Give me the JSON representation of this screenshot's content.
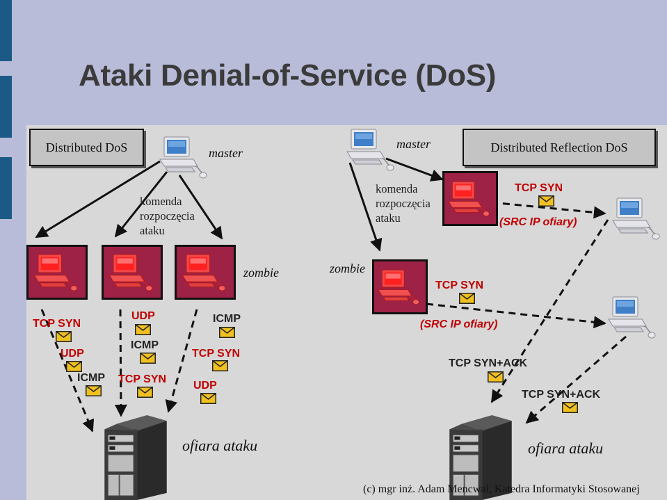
{
  "title": "Ataki Denial-of-Service (DoS)",
  "left_panel": {
    "heading": "Distributed DoS",
    "master_label": "master",
    "command_lines": [
      "komenda",
      "rozpoczęcia",
      "ataku"
    ],
    "zombie_label": "zombie",
    "victim_label": "ofiara ataku",
    "packets": {
      "tcp_syn_1": "TCP SYN",
      "udp_1": "UDP",
      "icmp_1": "ICMP",
      "udp_2": "UDP",
      "icmp_2": "ICMP",
      "tcp_syn_2": "TCP SYN",
      "icmp_3": "ICMP",
      "tcp_syn_3": "TCP SYN",
      "udp_3": "UDP"
    }
  },
  "right_panel": {
    "heading": "Distributed Reflection DoS",
    "master_label": "master",
    "command_lines": [
      "komenda",
      "rozpoczęcia",
      "ataku"
    ],
    "zombie_label": "zombie",
    "victim_label": "ofiara ataku",
    "packets": {
      "tcp_syn_top": "TCP SYN",
      "src_ip_top": "(SRC IP ofiary)",
      "tcp_syn_mid": "TCP SYN",
      "src_ip_mid": "(SRC IP ofiary)",
      "tcp_synack_1": "TCP SYN+ACK",
      "tcp_synack_2": "TCP SYN+ACK"
    }
  },
  "credit": "(c) mgr inż. Adam Mencwal, Katedra Informatyki Stosowanej",
  "colors": {
    "background": "#b8bcd8",
    "panel": "#d8d8d8",
    "zombie_box": "#9e2146",
    "packet_red": "#c00000",
    "accent_stripe": "#1c5a86"
  }
}
